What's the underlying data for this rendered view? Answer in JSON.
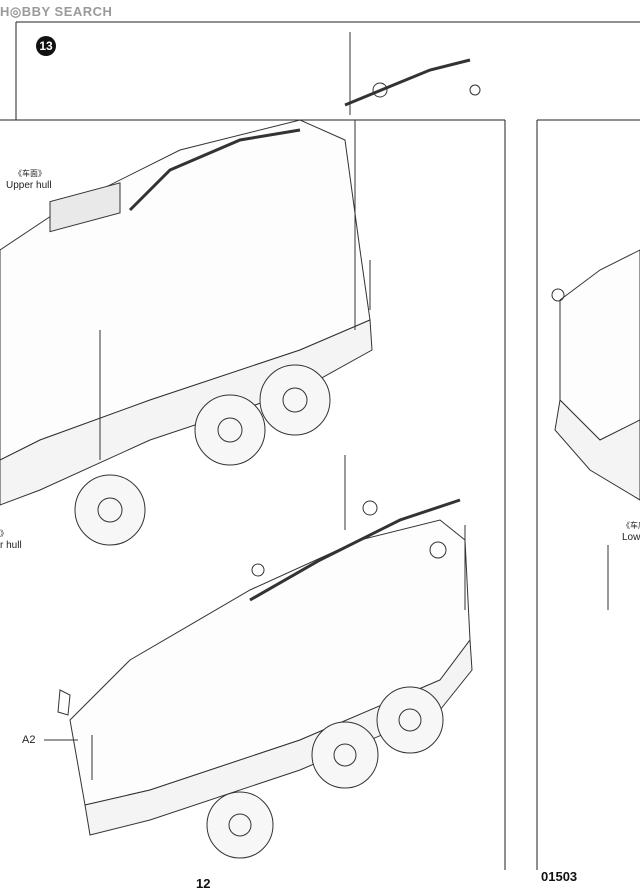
{
  "header": {
    "watermark": "H◎BBY SEARCH",
    "step_number": "13"
  },
  "labels": {
    "upper_hull_top": {
      "zh": "《车面》",
      "en": "Upper hull"
    },
    "upper_hull_partial": {
      "zh": "》",
      "en": "r hull"
    },
    "lower_hull_partial": {
      "zh": "《车底",
      "en": "Lowe"
    },
    "part_a2": "A2"
  },
  "footer": {
    "page_number": "12",
    "kit_number": "01503"
  }
}
